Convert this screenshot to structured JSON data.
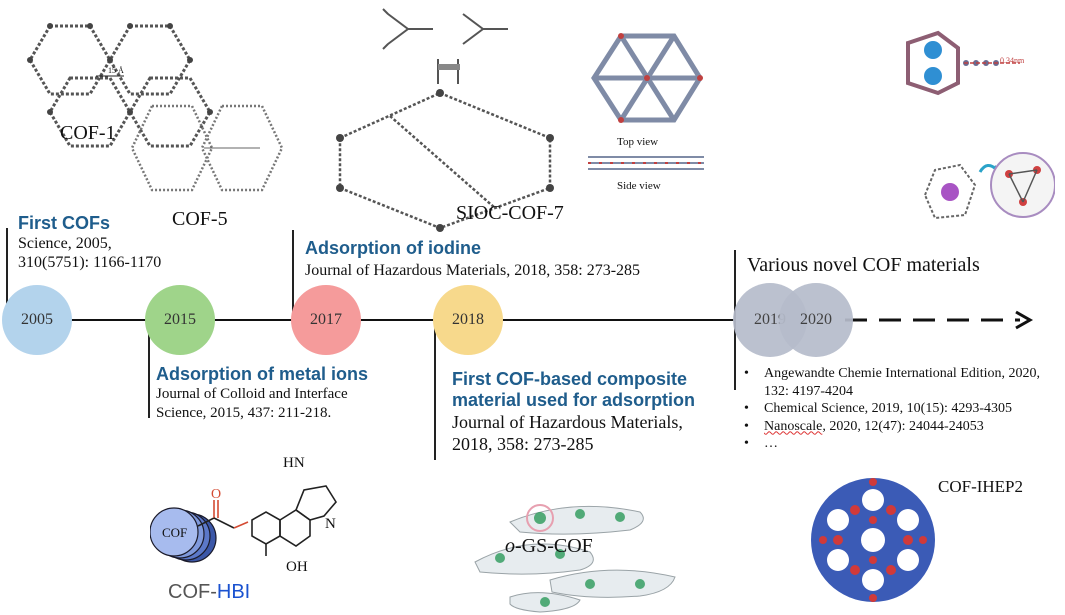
{
  "colors": {
    "heading": "#1f5d8c",
    "c2005": "#b3d3ec",
    "c2015": "#9fd48a",
    "c2017": "#f59b9b",
    "c2018": "#f7d98c",
    "c2019": "#b6bccb",
    "hbi": "#1a52d0",
    "ester": "#d44b33"
  },
  "timeline": {
    "years": [
      "2005",
      "2015",
      "2017",
      "2018",
      "2019",
      "2020"
    ]
  },
  "events": {
    "first_cofs": {
      "heading": "First COFs",
      "ref_1": "Science, 2005,",
      "ref_2": "310(5751): 1166-1170"
    },
    "metal_ions": {
      "heading": "Adsorption of metal ions",
      "ref_1": "Journal of Colloid and Interface",
      "ref_2": "Science, 2015, 437: 211-218."
    },
    "iodine": {
      "heading": "Adsorption of iodine",
      "ref_1": "Journal of Hazardous Materials, 2018, 358: 273-285"
    },
    "composite": {
      "heading_1": "First COF-based composite",
      "heading_2": "material used for adsorption",
      "ref_1": "Journal of Hazardous Materials,",
      "ref_2": "2018, 358: 273-285"
    },
    "novel": {
      "heading": "Various novel COF materials",
      "refs": [
        "Angewandte Chemie International Edition, 2020, 132: 4197-4204",
        "Chemical Science, 2019, 10(15): 4293-4305",
        "Nanoscale, 2020, 12(47): 24044-24053",
        "…"
      ]
    }
  },
  "figure_labels": {
    "cof1": "COF-1",
    "pore_15": "15 Å",
    "cof5": "COF-5",
    "sioc": "SIOC-COF-7",
    "top_view": "Top view",
    "side_view": "Side view",
    "cof_inner": "COF",
    "hbi_prefix": "COF-",
    "hbi_suffix": "HBI",
    "hn": "HN",
    "n": "N",
    "oh": "OH",
    "o": "O",
    "gs_italic": "o",
    "gs_rest": "-GS-COF",
    "ihep": "COF-IHEP2",
    "distance": "0.34nm"
  }
}
